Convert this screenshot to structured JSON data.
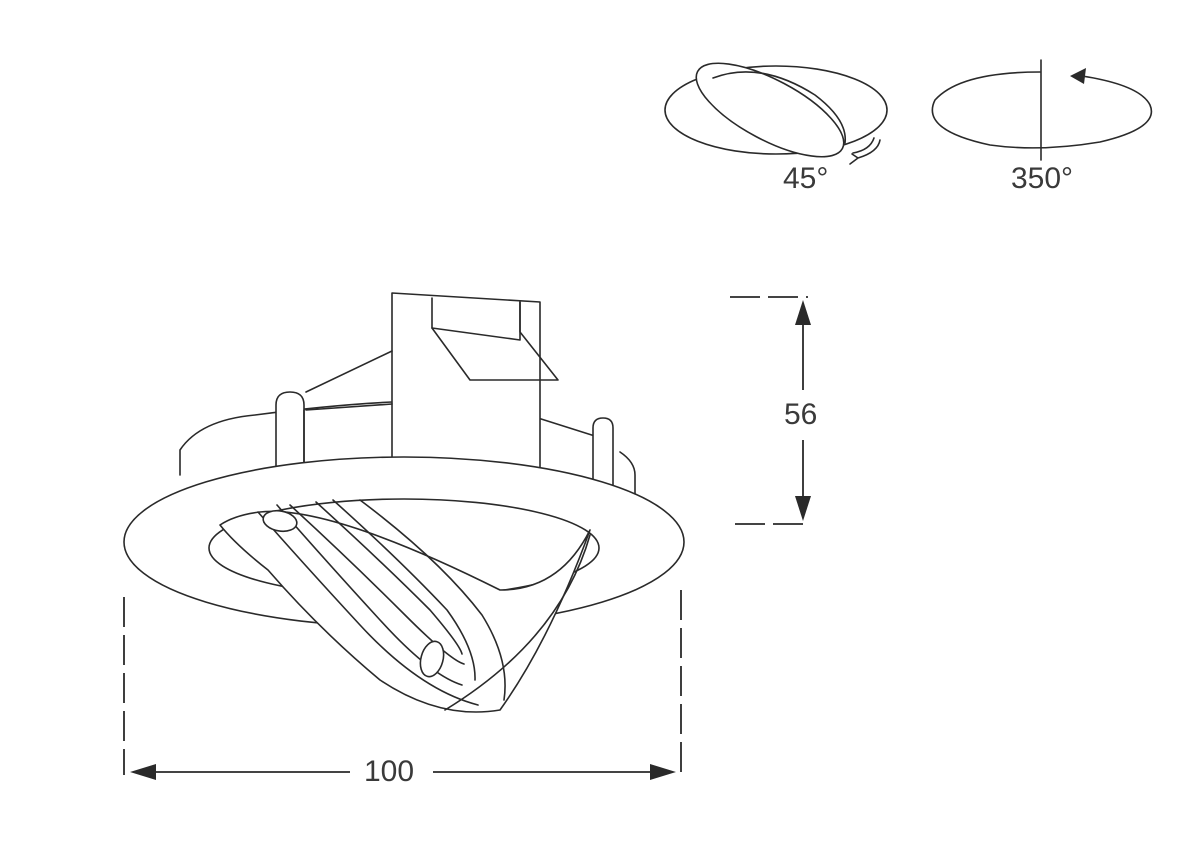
{
  "diagram": {
    "subject": "adjustable recessed downlight, technical drawing",
    "rotation_icons": [
      {
        "id": "tilt",
        "label": "45°",
        "description": "tilt angle"
      },
      {
        "id": "rotate",
        "label": "350°",
        "description": "rotation angle"
      }
    ],
    "dimensions": {
      "height": {
        "value": "56",
        "orientation": "vertical"
      },
      "width": {
        "value": "100",
        "orientation": "horizontal"
      }
    },
    "colors": {
      "line": "#2a2a2a",
      "text": "#3a3a3a",
      "background": "#ffffff"
    }
  }
}
